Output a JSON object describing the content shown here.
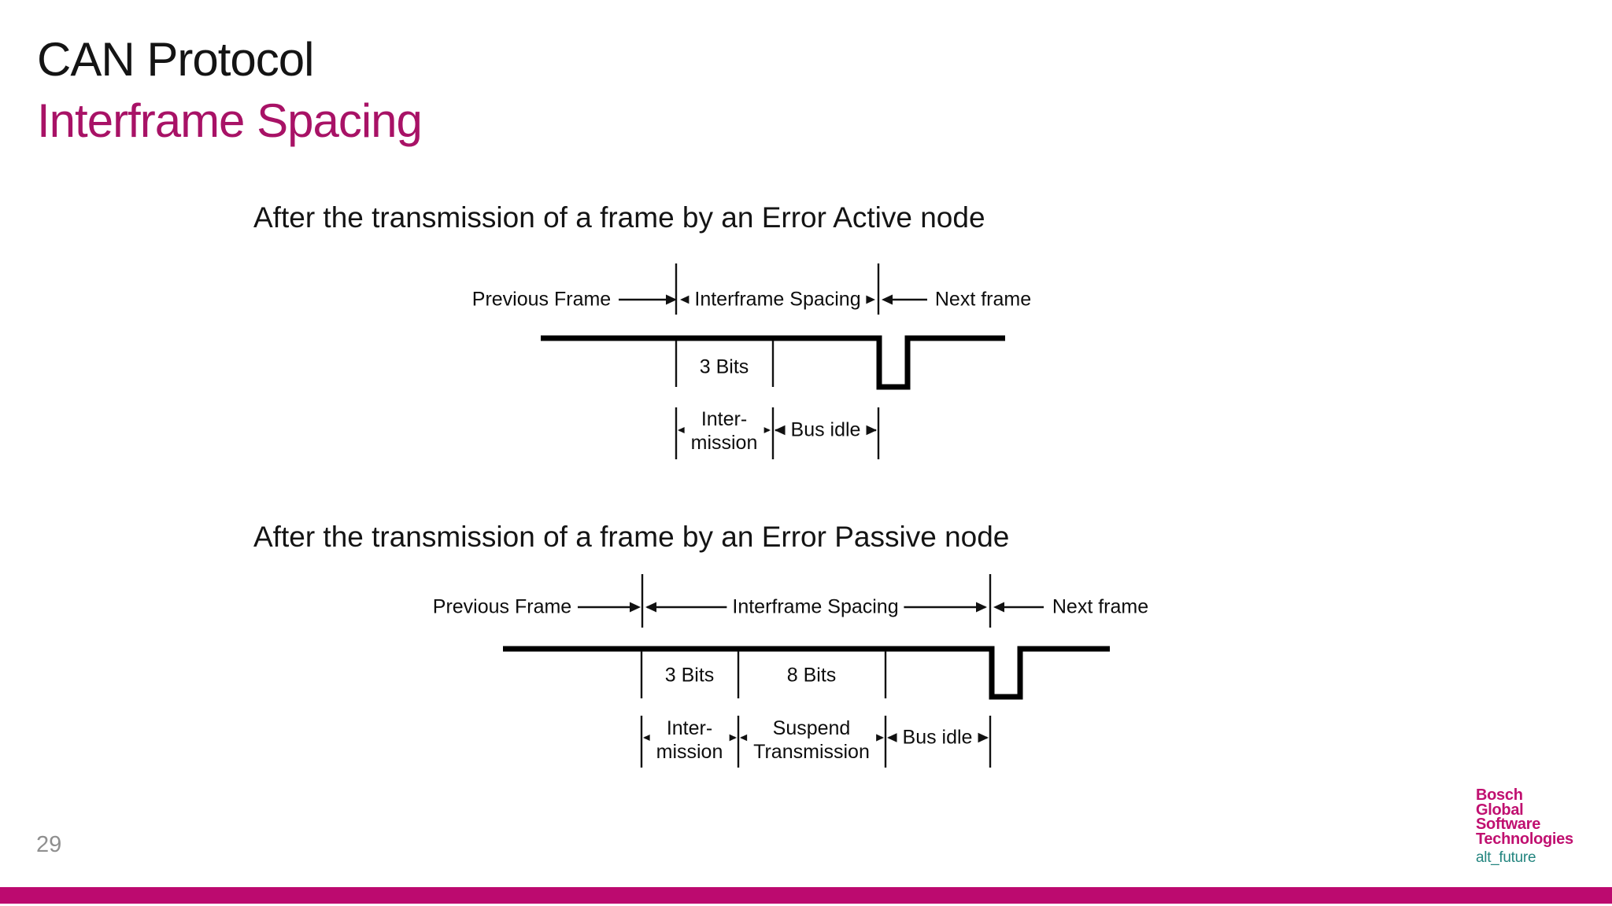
{
  "theme": {
    "accent-magenta": "#A81266",
    "footer-bar": "#BC0A6F",
    "logo-magenta": "#C01070",
    "logo-teal": "#23857F",
    "text-dark": "#141414",
    "page-number-gray": "#8F8F8F"
  },
  "slide": {
    "title": "CAN Protocol",
    "subtitle": "Interframe Spacing"
  },
  "diagram_active": {
    "heading": "After the transmission of a frame by an Error Active node",
    "labels": {
      "previous_frame": "Previous Frame",
      "interframe_spacing": "Interframe Spacing",
      "next_frame": "Next frame",
      "bits_3": "3 Bits",
      "intermission_line1": "Inter-",
      "intermission_line2": "mission",
      "bus_idle": "Bus idle"
    }
  },
  "diagram_passive": {
    "heading": "After the transmission of a frame by an Error Passive node",
    "labels": {
      "previous_frame": "Previous Frame",
      "interframe_spacing": "Interframe Spacing",
      "next_frame": "Next frame",
      "bits_3": "3 Bits",
      "bits_8": "8 Bits",
      "intermission_line1": "Inter-",
      "intermission_line2": "mission",
      "suspend_line1": "Suspend",
      "suspend_line2": "Transmission",
      "bus_idle": "Bus idle"
    }
  },
  "footer": {
    "page_number": "29",
    "logo_lines": [
      "Bosch",
      "Global",
      "Software",
      "Technologies"
    ],
    "logo_tagline": "alt_future"
  }
}
